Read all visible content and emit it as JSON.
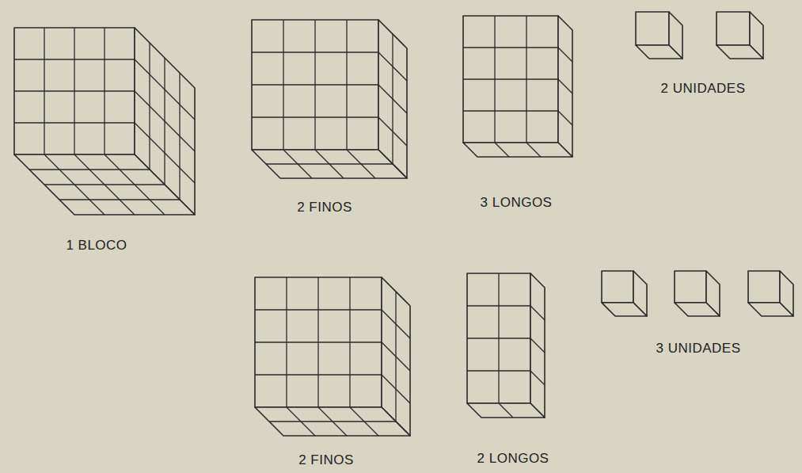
{
  "diagram": {
    "labels": [
      "1 BLOCO",
      "2 FINOS",
      "3 LONGOS",
      "2 UNIDADES",
      "2 FINOS",
      "2 LONGOS",
      "3 UNIDADES"
    ]
  }
}
